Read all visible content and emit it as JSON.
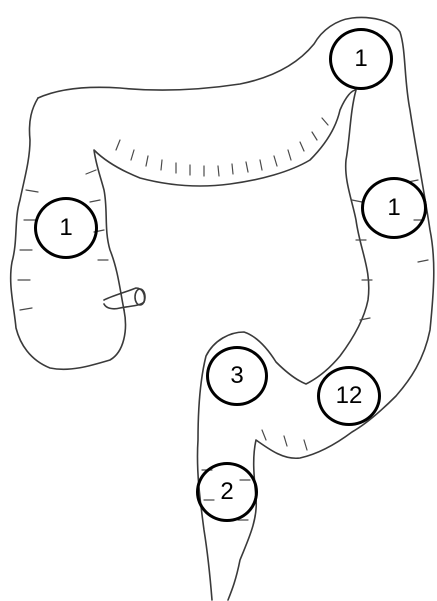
{
  "diagram": {
    "markers": [
      {
        "id": "splenic-flexure",
        "count": "1"
      },
      {
        "id": "ascending-colon",
        "count": "1"
      },
      {
        "id": "descending-colon",
        "count": "1"
      },
      {
        "id": "sigmoid-upper",
        "count": "3"
      },
      {
        "id": "sigmoid-lower",
        "count": "12"
      },
      {
        "id": "rectum",
        "count": "2"
      }
    ],
    "colors": {
      "outline": "#3a3a3a",
      "marker_border": "#000000",
      "background": "#ffffff"
    }
  }
}
